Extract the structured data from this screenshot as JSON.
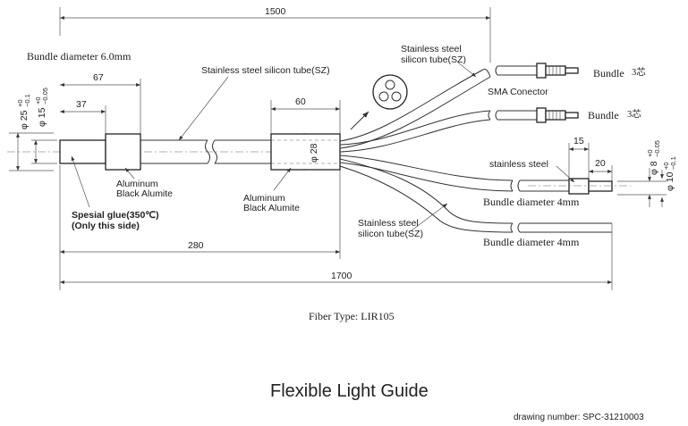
{
  "dimensions": {
    "overall_top": "1500",
    "overall_bottom": "1700",
    "len_280": "280",
    "len_67": "67",
    "len_37": "37",
    "len_60": "60",
    "len_15": "15",
    "len_20": "20",
    "phi_28": "φ 28",
    "phi_25": "φ 25",
    "phi_25_tol_top": "+0",
    "phi_25_tol_bottom": "−0.1",
    "phi_15": "φ 15",
    "phi_15_tol_top": "+0",
    "phi_15_tol_bottom": "−0.05",
    "phi_8": "φ 8",
    "phi_8_tol_top": "+0",
    "phi_8_tol_bottom": "−0.05",
    "phi_10": "φ 10",
    "phi_10_tol_top": "+0",
    "phi_10_tol_bottom": "−0.1"
  },
  "labels": {
    "bundle_diameter_main": "Bundle diameter 6.0mm",
    "ss_tube_main": "Stainless steel silicon tube(SZ)",
    "ss_tube_top_1": "Stainless steel",
    "ss_tube_top_2": "silicon tube(SZ)",
    "ss_tube_bottom_1": "Stainless steel",
    "ss_tube_bottom_2": "silicon tube(SZ)",
    "aluminum_left_1": "Aluminum",
    "aluminum_left_2": "Black Alumite",
    "aluminum_mid_1": "Aluminum",
    "aluminum_mid_2": "Black Alumite",
    "glue_1": "Spesial glue(350℃)",
    "glue_2": "(Only this side)",
    "sma": "SMA Conector",
    "bundle_top": "Bundle",
    "bundle_top_cores": "3芯",
    "bundle_mid": "Bundle",
    "bundle_mid_cores": "3芯",
    "stainless_steel": "stainless steel",
    "bundle_4mm_a": "Bundle diameter 4mm",
    "bundle_4mm_b": "Bundle diameter 4mm"
  },
  "footer": {
    "fiber_type": "Fiber Type: LIR105",
    "title": "Flexible Light Guide",
    "drawing_number": "drawing number:  SPC-31210003"
  }
}
